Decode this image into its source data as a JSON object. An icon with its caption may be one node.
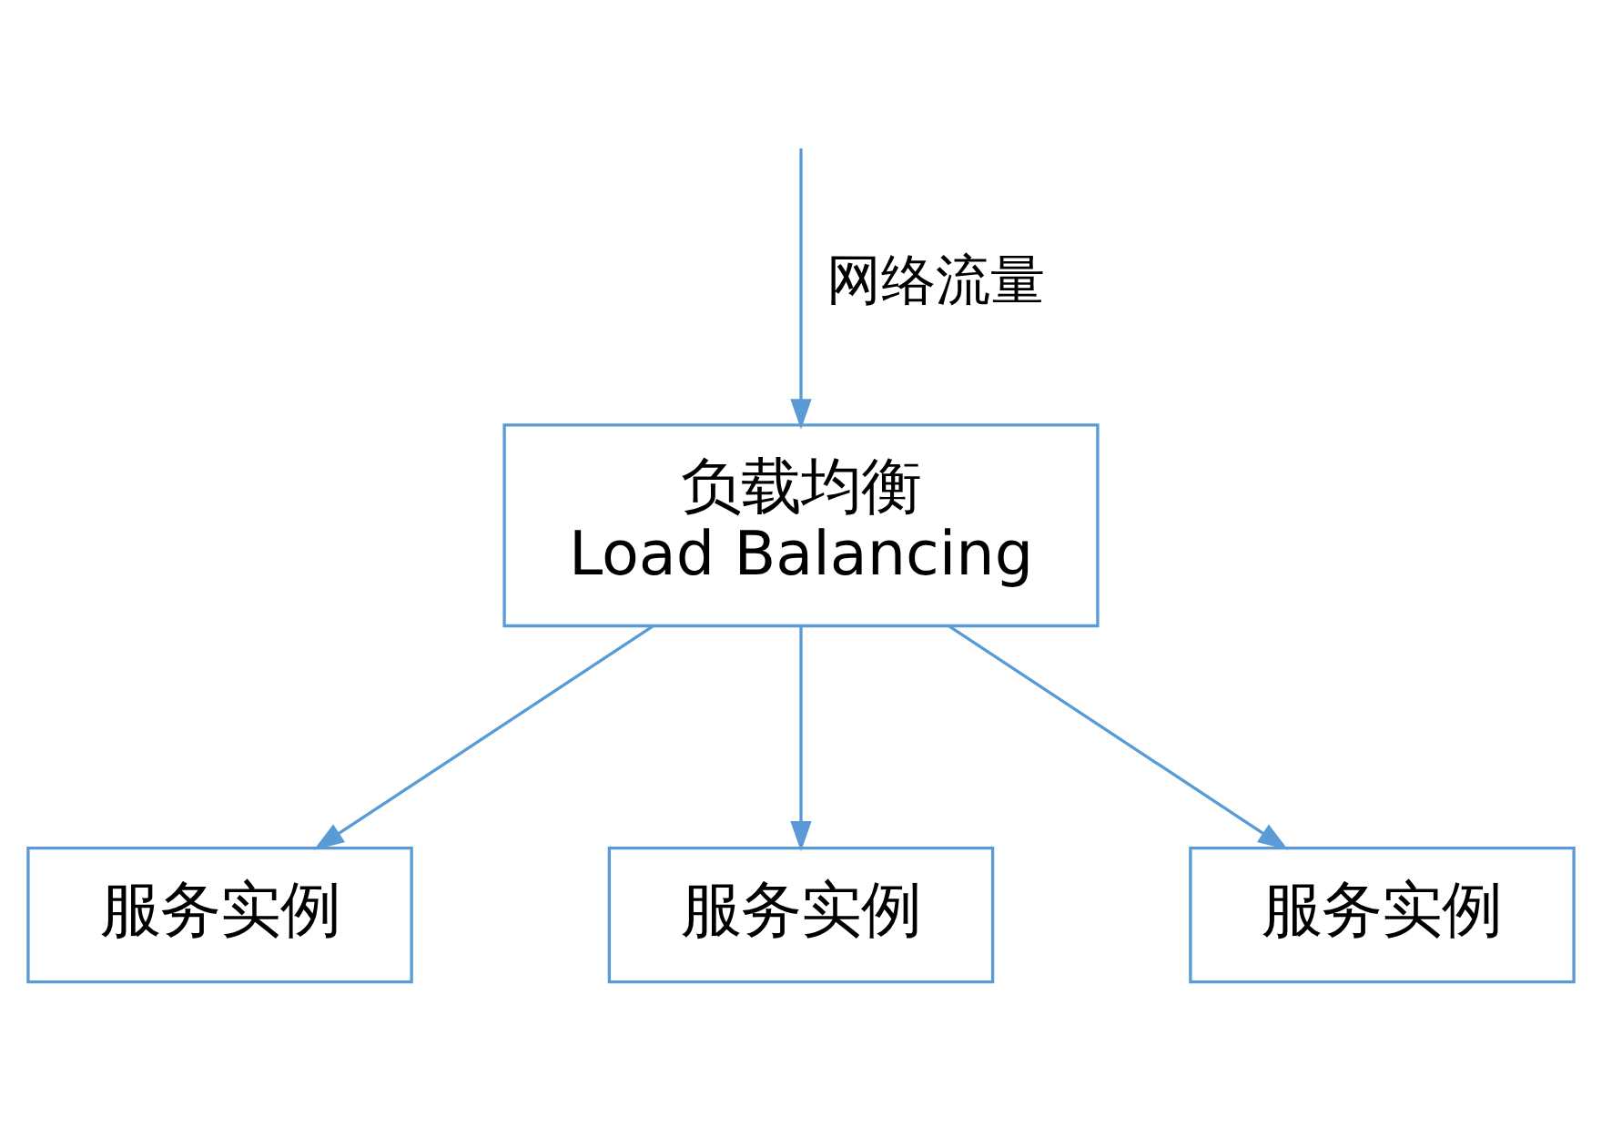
{
  "diagram": {
    "nodes": [
      {
        "text": [
          "负载均衡",
          "Load Balancing"
        ]
      },
      {
        "text": [
          "服务实例"
        ]
      },
      {
        "text": [
          "服务实例"
        ]
      },
      {
        "text": [
          "服务实例"
        ]
      }
    ],
    "edges": [
      {
        "from": null,
        "to": 0,
        "arrow": "to",
        "label": "网络流量"
      },
      {
        "from": 0,
        "to": 1,
        "arrow": "to"
      },
      {
        "from": 0,
        "to": 2,
        "arrow": "to"
      },
      {
        "from": 0,
        "to": 3,
        "arrow": "to"
      }
    ]
  }
}
